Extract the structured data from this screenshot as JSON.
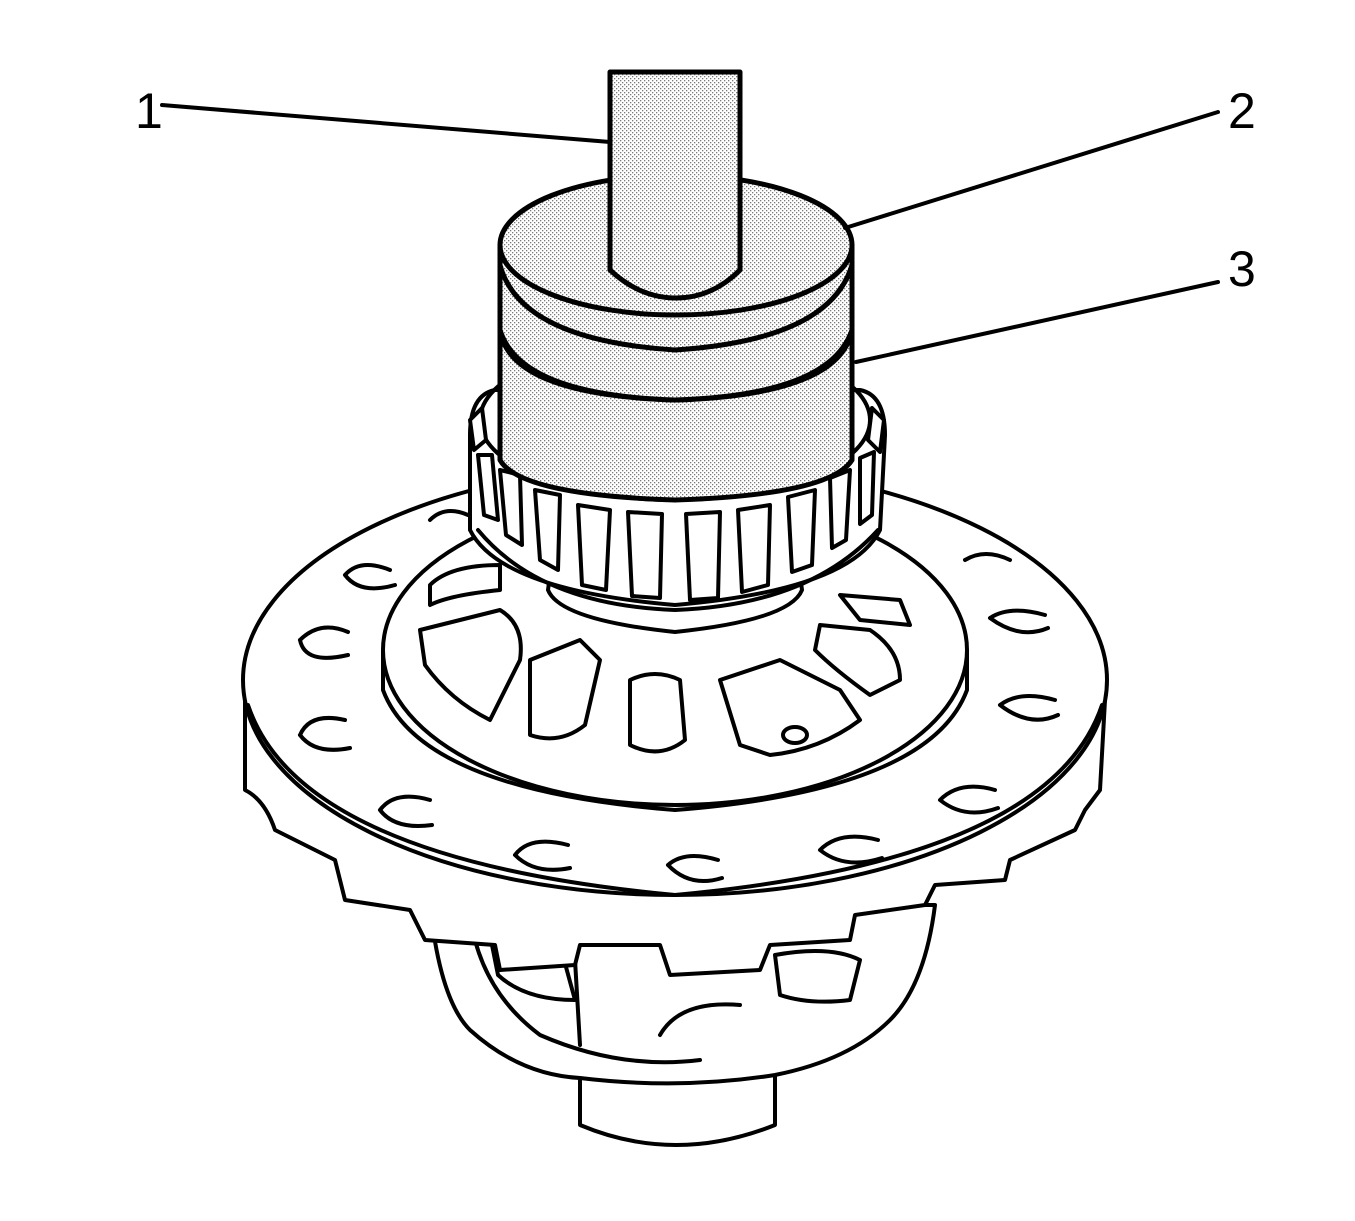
{
  "diagram": {
    "callouts": [
      {
        "id": "1",
        "label": "1"
      },
      {
        "id": "2",
        "label": "2"
      },
      {
        "id": "3",
        "label": "3"
      }
    ],
    "parts": [
      "driver-handle",
      "bearing-installer",
      "bearing",
      "differential-case"
    ],
    "colors": {
      "ink": "#000000",
      "paper": "#ffffff",
      "stipple": "#9a9a9a"
    }
  }
}
